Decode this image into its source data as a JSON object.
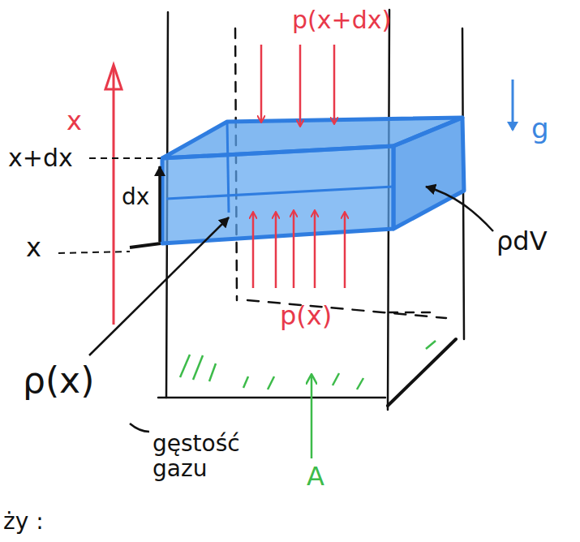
{
  "diagram": {
    "labels": [
      "p(x+dx)",
      "x",
      "g",
      "x+dx",
      "dx",
      "x",
      "ρdV",
      "ρ(x)",
      "p(x)",
      "A",
      "gęstość gazu",
      "ży :"
    ]
  }
}
